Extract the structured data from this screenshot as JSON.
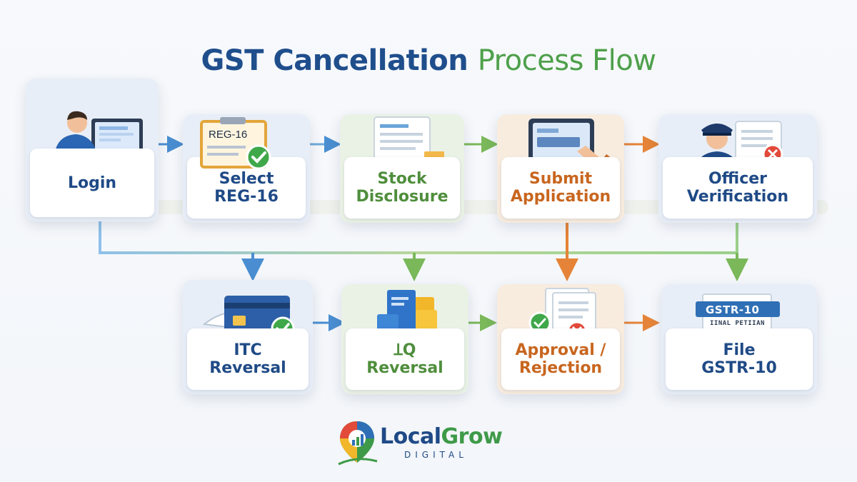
{
  "title": {
    "part1": "GST Cancellation",
    "part2": "Process Flow"
  },
  "steps": [
    {
      "label": "Login",
      "icon": "user-laptop-icon"
    },
    {
      "label": "Select REG-16",
      "line1": "Select",
      "line2": "REG-16",
      "icon": "reg16-form-icon",
      "icon_text": "REG-16"
    },
    {
      "label": "Stock Disclosure",
      "line1": "Stock",
      "line2": "Disclosure",
      "icon": "stock-document-icon"
    },
    {
      "label": "Submit Application",
      "line1": "Submit",
      "line2": "Application",
      "icon": "tablet-submit-icon"
    },
    {
      "label": "Officer Verification",
      "line1": "Officer",
      "line2": "Verification",
      "icon": "officer-icon"
    },
    {
      "label": "ITC Reversal",
      "line1": "ITC",
      "line2": "Reversal",
      "icon": "credit-card-icon"
    },
    {
      "label": "ꞱQ Reversal",
      "line1": "ꞱQ",
      "line2": "Reversal",
      "icon": "files-stack-icon"
    },
    {
      "label": "Approval / Rejection",
      "line1": "Approval /",
      "line2": "Rejection",
      "icon": "approval-docs-icon"
    },
    {
      "label": "File GSTR-10",
      "line1": "File",
      "line2": "GSTR-10",
      "icon": "gstr10-return-icon",
      "icon_text": "GSTR-10",
      "icon_subtext": "ΙΙΝΑL ΡΕΤΙΙΑΝ"
    }
  ],
  "colors": {
    "blue": "#2f6fb5",
    "green": "#5aa845",
    "orange": "#e07a2c",
    "title_blue": "#1f4e8c",
    "title_green": "#4ea04a"
  },
  "logo": {
    "name_part1": "Local",
    "name_part2": "Grow",
    "subtitle": "DIGITAL"
  }
}
